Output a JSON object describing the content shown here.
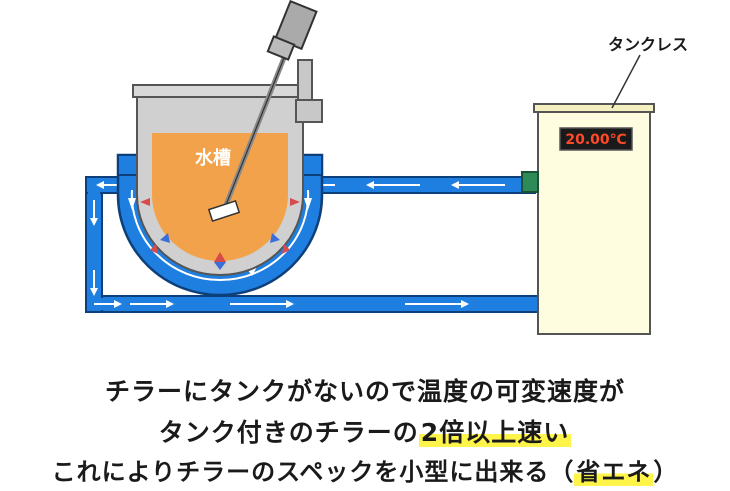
{
  "diagram": {
    "chiller_label": "タンクレス",
    "display_value": "20.00℃",
    "tank_label": "水槽"
  },
  "caption": {
    "line1": "チラーにタンクがないので温度の可変速度が",
    "line2_prefix": "タンク付きのチラーの",
    "line2_highlight": "2倍以上速い",
    "line3_prefix": "これによりチラーのスペックを小型に出来る（",
    "line3_highlight": "省エネ",
    "line3_suffix": "）"
  },
  "colors": {
    "pipe_blue": "#1f7fe0",
    "liquid_orange": "#f2a24a",
    "vessel_gray": "#c8c8c8",
    "chiller_cream": "#fffde0",
    "display_red": "#ff4a2a",
    "connector_green": "#2e8b57",
    "highlight_yellow": "#fff44a"
  }
}
